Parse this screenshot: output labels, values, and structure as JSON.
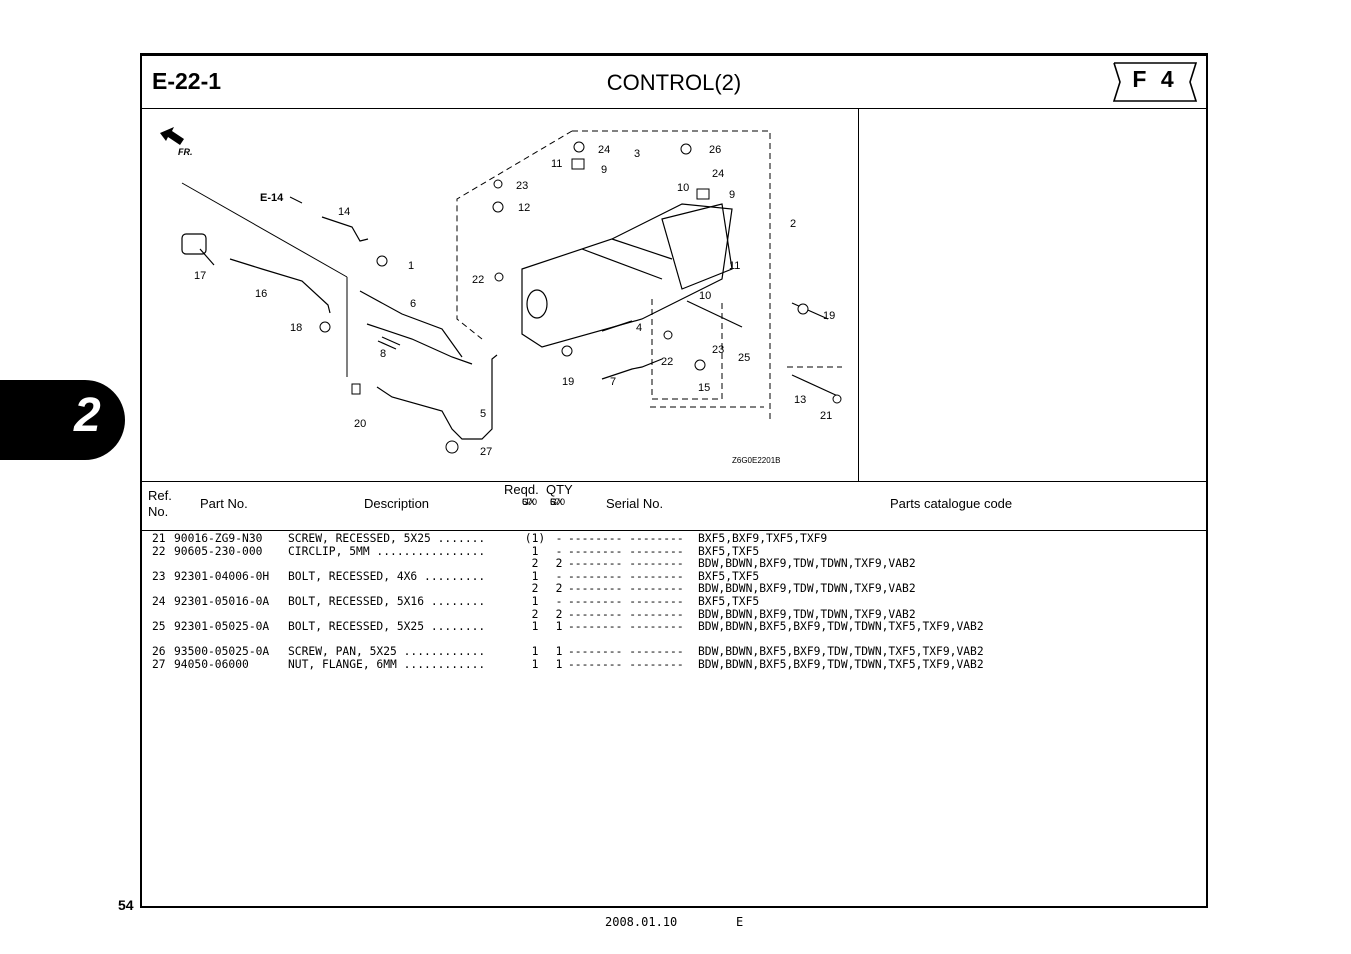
{
  "header": {
    "section": "E-22-1",
    "title": "CONTROL(2)",
    "badge": "F 4"
  },
  "side_tab": "2",
  "page_number": "54",
  "footer": {
    "date": "2008.01.10",
    "lang": "E"
  },
  "diagram": {
    "code": "Z6G0E2201B",
    "ref_label": "E-14",
    "fr_label": "FR.",
    "callouts": [
      "1",
      "2",
      "3",
      "4",
      "5",
      "6",
      "7",
      "8",
      "9",
      "9",
      "10",
      "10",
      "11",
      "11",
      "12",
      "13",
      "14",
      "15",
      "16",
      "17",
      "18",
      "19",
      "19",
      "20",
      "21",
      "22",
      "22",
      "23",
      "23",
      "24",
      "24",
      "25",
      "26",
      "27"
    ]
  },
  "columns": {
    "ref": "Ref.",
    "no": "No.",
    "part_no": "Part No.",
    "description": "Description",
    "reqd": "Reqd.",
    "qty": "QTY",
    "gx1": [
      "GX",
      "670",
      "U"
    ],
    "gx2": [
      "GX",
      "670",
      "R"
    ],
    "serial": "Serial No.",
    "catalogue": "Parts catalogue code"
  },
  "rows": [
    {
      "ref": "21",
      "part": "90016-ZG9-N30",
      "desc": "SCREW, RECESSED, 5X25 .......",
      "q1": "(1)",
      "q2": "-",
      "serial": "-------- --------",
      "code": "BXF5,BXF9,TXF5,TXF9"
    },
    {
      "ref": "22",
      "part": "90605-230-000",
      "desc": "CIRCLIP, 5MM ................",
      "q1": "1",
      "q2": "-",
      "serial": "-------- --------",
      "code": "BXF5,TXF5"
    },
    {
      "ref": "",
      "part": "",
      "desc": "",
      "q1": "2",
      "q2": "2",
      "serial": "-------- --------",
      "code": "BDW,BDWN,BXF9,TDW,TDWN,TXF9,VAB2"
    },
    {
      "ref": "23",
      "part": "92301-04006-0H",
      "desc": "BOLT, RECESSED, 4X6 .........",
      "q1": "1",
      "q2": "-",
      "serial": "-------- --------",
      "code": "BXF5,TXF5"
    },
    {
      "ref": "",
      "part": "",
      "desc": "",
      "q1": "2",
      "q2": "2",
      "serial": "-------- --------",
      "code": "BDW,BDWN,BXF9,TDW,TDWN,TXF9,VAB2"
    },
    {
      "ref": "24",
      "part": "92301-05016-0A",
      "desc": "BOLT, RECESSED, 5X16 ........",
      "q1": "1",
      "q2": "-",
      "serial": "-------- --------",
      "code": "BXF5,TXF5"
    },
    {
      "ref": "",
      "part": "",
      "desc": "",
      "q1": "2",
      "q2": "2",
      "serial": "-------- --------",
      "code": "BDW,BDWN,BXF9,TDW,TDWN,TXF9,VAB2"
    },
    {
      "ref": "25",
      "part": "92301-05025-0A",
      "desc": "BOLT, RECESSED, 5X25 ........",
      "q1": "1",
      "q2": "1",
      "serial": "-------- --------",
      "code": "BDW,BDWN,BXF5,BXF9,TDW,TDWN,TXF5,TXF9,VAB2"
    },
    {
      "gap": true
    },
    {
      "ref": "26",
      "part": "93500-05025-0A",
      "desc": "SCREW, PAN, 5X25 ............",
      "q1": "1",
      "q2": "1",
      "serial": "-------- --------",
      "code": "BDW,BDWN,BXF5,BXF9,TDW,TDWN,TXF5,TXF9,VAB2"
    },
    {
      "ref": "27",
      "part": "94050-06000",
      "desc": "NUT, FLANGE, 6MM ............",
      "q1": "1",
      "q2": "1",
      "serial": "-------- --------",
      "code": "BDW,BDWN,BXF5,BXF9,TDW,TDWN,TXF5,TXF9,VAB2"
    }
  ]
}
